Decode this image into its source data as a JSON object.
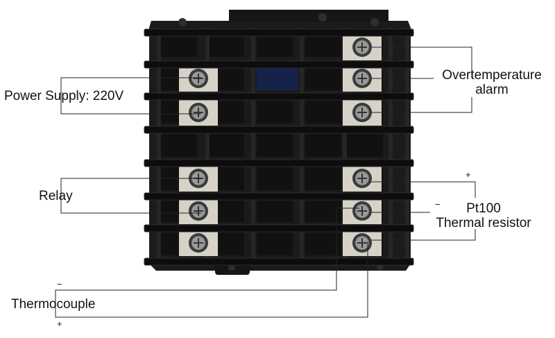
{
  "labels": {
    "power_supply": "Power Supply: 220V",
    "overtemp_line1": "Overtemperature",
    "overtemp_line2": "alarm",
    "relay": "Relay",
    "pt100_line1": "Pt100",
    "pt100_line2": "Thermal resistor",
    "thermocouple": "Thermocouple"
  },
  "signs": {
    "pt100_plus": "+",
    "pt100_minus": "−",
    "tc_minus": "−",
    "tc_plus": "+"
  },
  "colors": {
    "housing": "#1b1b1b",
    "bar": "#0d0d0d",
    "terminal_plate": "#d7d2c8",
    "screw": "#9a9a9a",
    "leader_line": "#222222",
    "label_text": "#111111"
  },
  "terminal_block": {
    "left_column_screws": [
      "empty",
      "screw",
      "screw",
      "empty",
      "screw",
      "screw",
      "screw"
    ],
    "right_column_screws": [
      "screw",
      "screw",
      "screw",
      "empty",
      "screw",
      "screw",
      "screw"
    ]
  }
}
